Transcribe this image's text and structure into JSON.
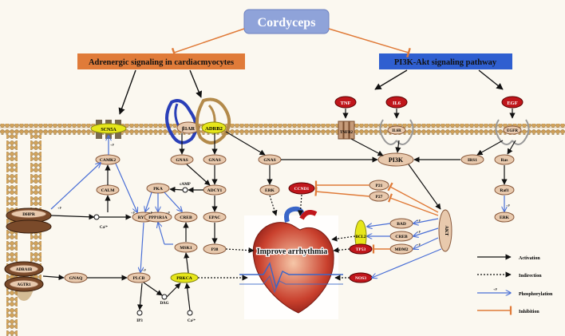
{
  "title": "Cordyceps",
  "headers": {
    "adrenergic": "Adrenergic signaling in cardiacmyocytes",
    "pi3k": "PI3K-Akt signaling pathway"
  },
  "center_label": "Improve arrhythmia",
  "nodes": {
    "scn5a": "SCN5A",
    "b1ar": "β1AR",
    "adrb2": "ADRB2",
    "tnf": "TNF",
    "tnfr2": "TNFR2",
    "il6": "IL6",
    "il6r": "IL6R",
    "egf": "EGF",
    "egfr": "EGFR",
    "camk2": "CAMK2",
    "calm": "CALM",
    "dhpr": "DHPR",
    "ca_1": "Ca²⁺",
    "ryr2": "RYR2",
    "pka": "PKA",
    "camp": "cAMP",
    "ppp1r1a": "PPP1R1A",
    "creb_left": "CREB",
    "gnas_1": "GNAS",
    "gnas_2": "GNAS",
    "gnas_3": "GNAS",
    "adcy1": "ADCY1",
    "epac": "EPAC",
    "p38": "P38",
    "msk1": "MSK1",
    "adra1b": "ADRA1B",
    "agtr1": "AGTR1",
    "gnaq": "GNAQ",
    "plcb": "PLCB",
    "prkca": "PRKCA",
    "dag": "DAG",
    "ip3": "IP3",
    "ca_2": "Ca²⁺",
    "erk_mid": "ERK",
    "ccnd1": "CCND1",
    "p21": "P21",
    "p27": "P27",
    "bcl2": "BCL2",
    "bad": "BAD",
    "creb_right": "CREB",
    "tp53": "TP53",
    "mdm2": "MDM2",
    "nos3": "NOS3",
    "pi3k": "PI3K",
    "akt": "AKT",
    "irs1": "IRS1",
    "ras": "Ras",
    "raf1": "Raf1",
    "erk_right": "ERK",
    "p": "+P"
  },
  "legend": {
    "activation": "Activation",
    "indirection": "Indirection",
    "phosphorylation": "Phosphorylation",
    "inhibition": "Inhibition",
    "p_label": "+P"
  },
  "colors": {
    "title_box": "#8fa3d9",
    "adrenergic_box": "#e07b39",
    "pi3k_box": "#2f5fd0",
    "node_fill": "#e8c9ad",
    "node_stroke": "#8a5a3c",
    "red_node": "#c0161b",
    "membrane": "#c9a36a",
    "activation": "#111111",
    "phosphorylation": "#4a6fd6",
    "inhibition": "#e07b39",
    "highlight_yellow": "#e6e61a"
  }
}
